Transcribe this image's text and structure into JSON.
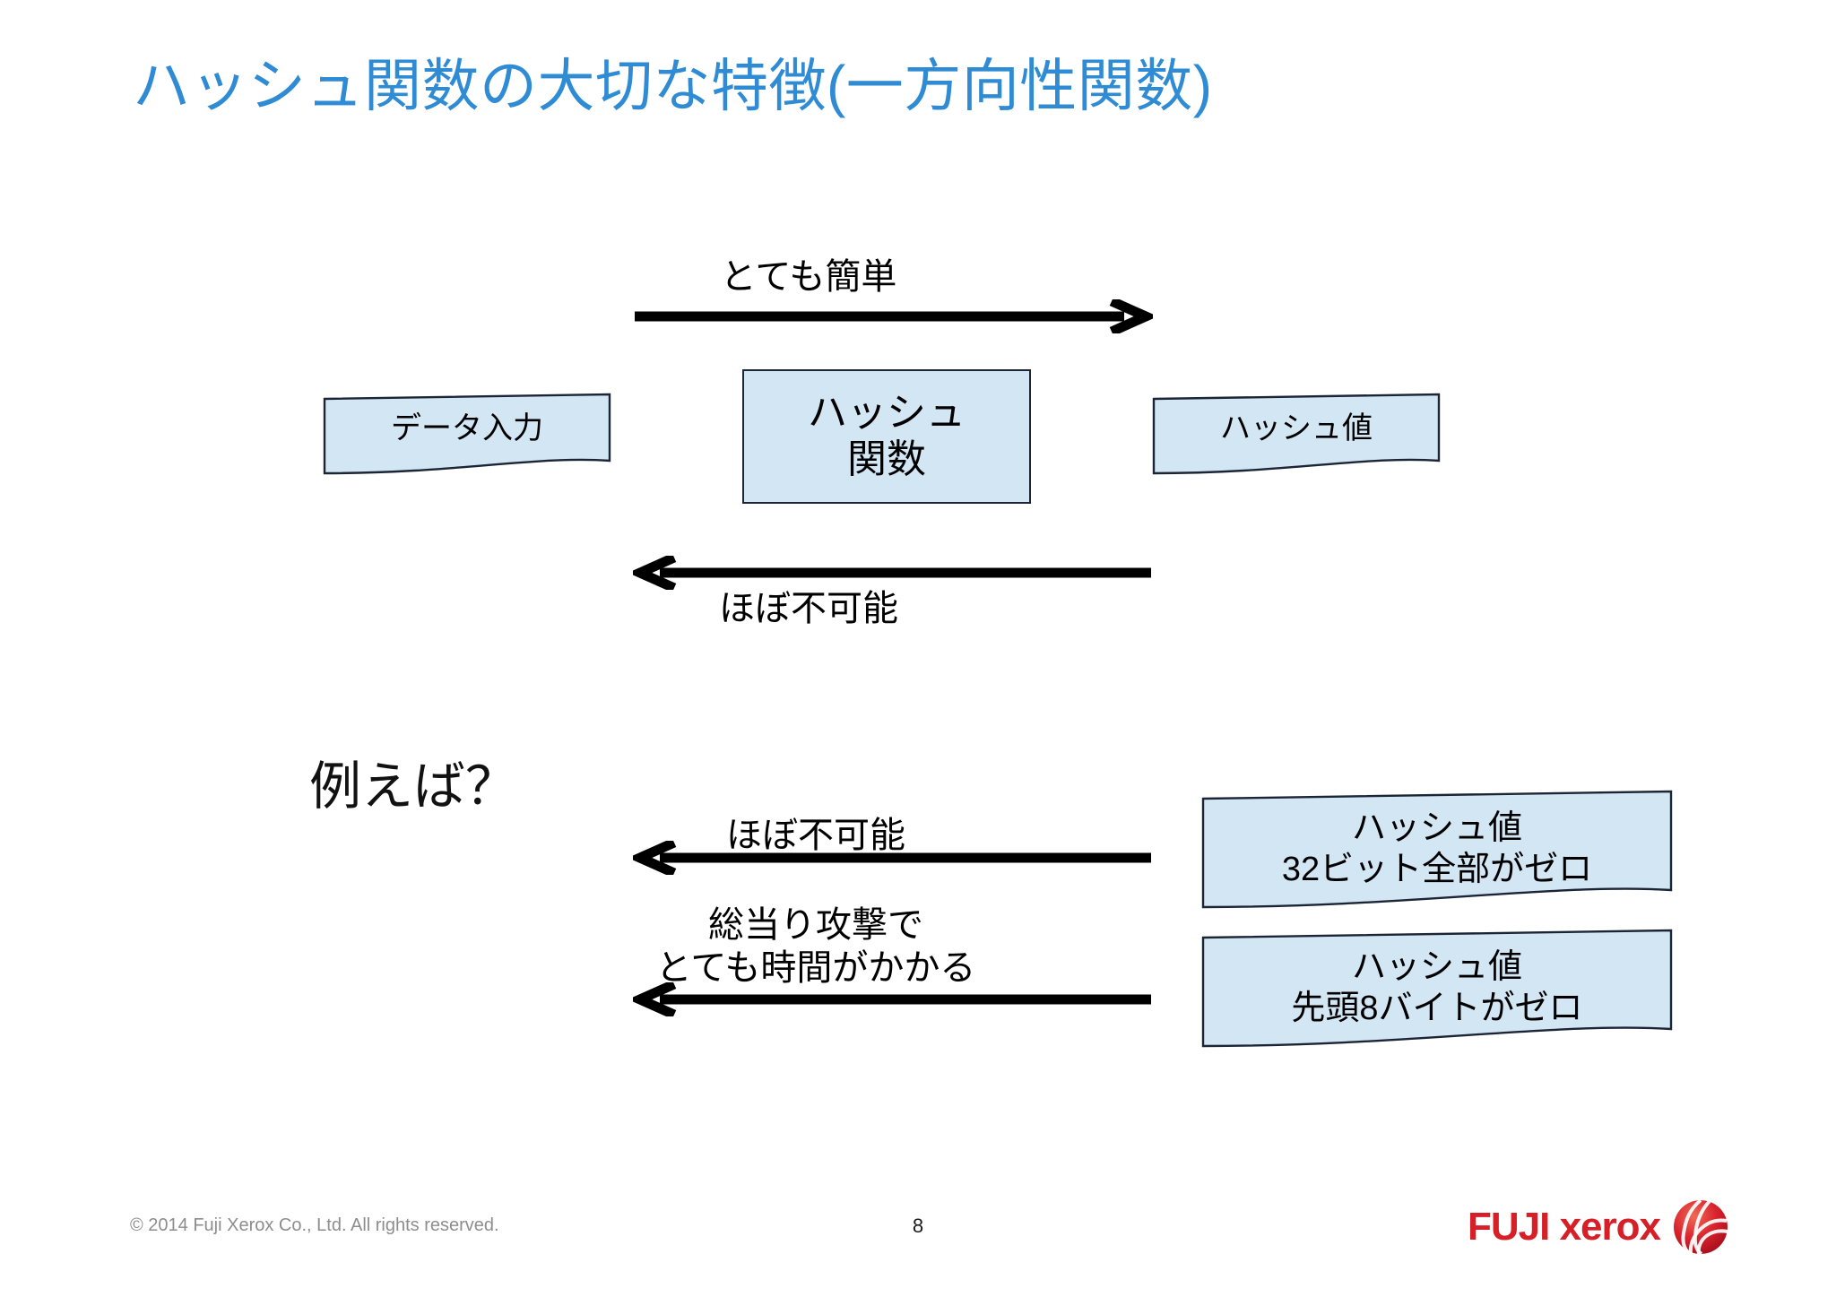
{
  "slide": {
    "title": "ハッシュ関数の大切な特徴(一方向性関数)",
    "title_color": "#2e8bd4",
    "background": "#ffffff"
  },
  "palette": {
    "box_fill": "#d3e6f4",
    "box_border": "#1b2535",
    "arrow": "#000000",
    "brand_red": "#d61f26",
    "footer_gray": "#8d8d8d"
  },
  "diagram_top": {
    "arrow_forward_label": "とても簡単",
    "arrow_back_label": "ほぼ不可能",
    "input_box": "データ入力",
    "function_box": "ハッシュ\n関数",
    "output_box": "ハッシュ値"
  },
  "diagram_bottom": {
    "prompt": "例えば？",
    "arrow_1_label": "ほぼ不可能",
    "arrow_2_label": "総当り攻撃で\nとても時間がかかる",
    "target_box_1": "ハッシュ値\n32ビット全部がゼロ",
    "target_box_2": "ハッシュ値\n先頭8バイトがゼロ"
  },
  "footer": {
    "copyright": "© 2014 Fuji Xerox Co., Ltd. All rights reserved.",
    "page_number": "8",
    "logo_wordmark": "FUJI xerox"
  }
}
